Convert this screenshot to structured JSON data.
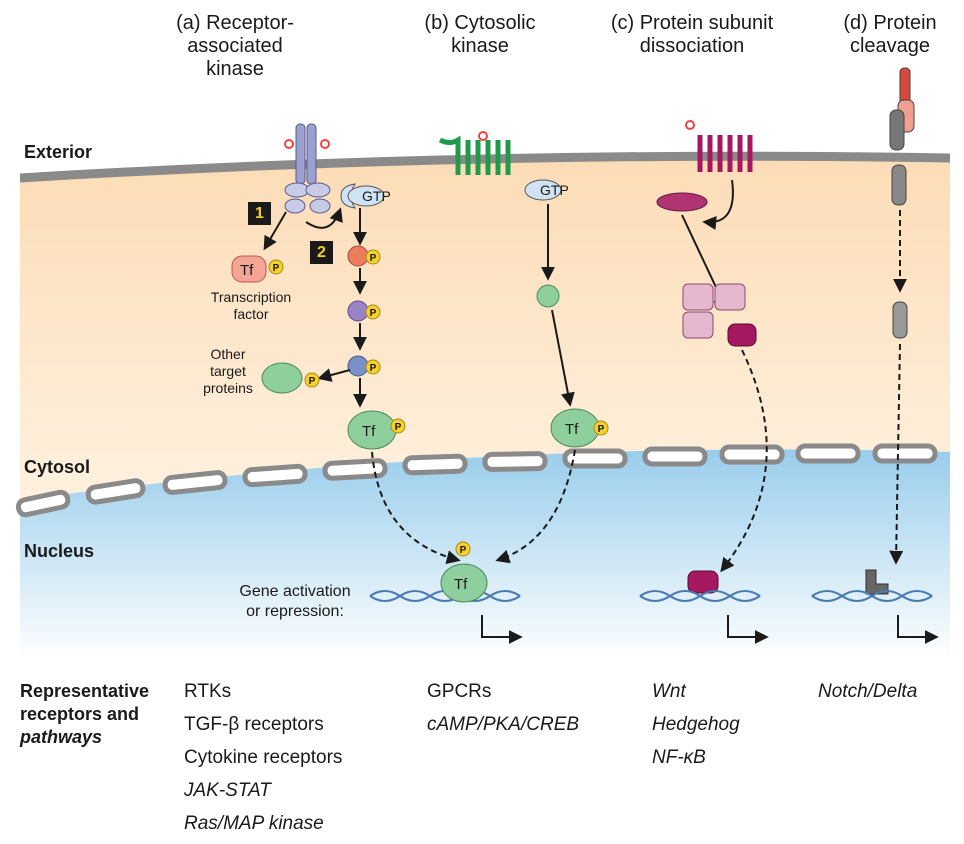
{
  "columns": [
    {
      "id": "a",
      "title": "(a) Receptor-\nassociated\nkinase"
    },
    {
      "id": "b",
      "title": "(b) Cytosolic\nkinase"
    },
    {
      "id": "c",
      "title": "(c) Protein subunit\ndissociation"
    },
    {
      "id": "d",
      "title": "(d) Protein\ncleavage"
    }
  ],
  "regions": {
    "exterior": "Exterior",
    "cytosol": "Cytosol",
    "nucleus": "Nucleus"
  },
  "labels": {
    "gtp": "GTP",
    "tf": "Tf",
    "phospho": "P",
    "transcription_factor": "Transcription\nfactor",
    "other_targets": "Other\ntarget\nproteins",
    "gene_activation": "Gene activation\nor repression:",
    "step1": "1",
    "step2": "2"
  },
  "representative": {
    "heading_line1": "Representative",
    "heading_line2": "receptors and",
    "heading_line3": "pathways",
    "a": [
      {
        "text": "RTKs",
        "italic": false
      },
      {
        "text": "TGF-β receptors",
        "italic": false
      },
      {
        "text": "Cytokine receptors",
        "italic": false
      },
      {
        "text": "JAK-STAT",
        "italic": true
      },
      {
        "text": "Ras/MAP kinase",
        "italic": true
      }
    ],
    "b": [
      {
        "text": "GPCRs",
        "italic": false
      },
      {
        "text": "cAMP/PKA/CREB",
        "italic": true
      }
    ],
    "c": [
      {
        "text": "Wnt",
        "italic": true
      },
      {
        "text": "Hedgehog",
        "italic": true
      },
      {
        "text": "NF-κB",
        "italic": true
      }
    ],
    "d": [
      {
        "text": "Notch/Delta",
        "italic": true
      }
    ]
  },
  "colors": {
    "exterior_bg": "#ffffff",
    "cytosol_bg": "#fde4c4",
    "nucleus_bg": "#a6d4ee",
    "membrane": "#8a8a8a",
    "gpcr_b": "#1f9a4a",
    "gpcr_c": "#a3185f",
    "phospho": "#f6d12a",
    "tf": "#8fcf9e",
    "rtk": "#9aa0cf"
  }
}
